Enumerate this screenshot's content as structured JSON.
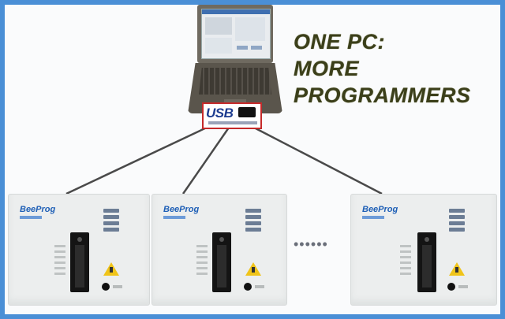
{
  "headline": {
    "line1": "ONE PC:",
    "line2": "MORE",
    "line3": "PROGRAMMERS"
  },
  "usb_label": "USB",
  "programmer_logo": "BeeProg",
  "programmers": [
    "programmer-1",
    "programmer-2",
    "programmer-3"
  ],
  "ellipsis": "••••••",
  "colors": {
    "frame": "#4a8fd6",
    "headline": "#3b3f1a",
    "usb_border": "#c52a2a",
    "cable": "#4a4a4a"
  },
  "icons": [
    "laptop-icon",
    "usb-hub-icon",
    "warning-icon"
  ]
}
